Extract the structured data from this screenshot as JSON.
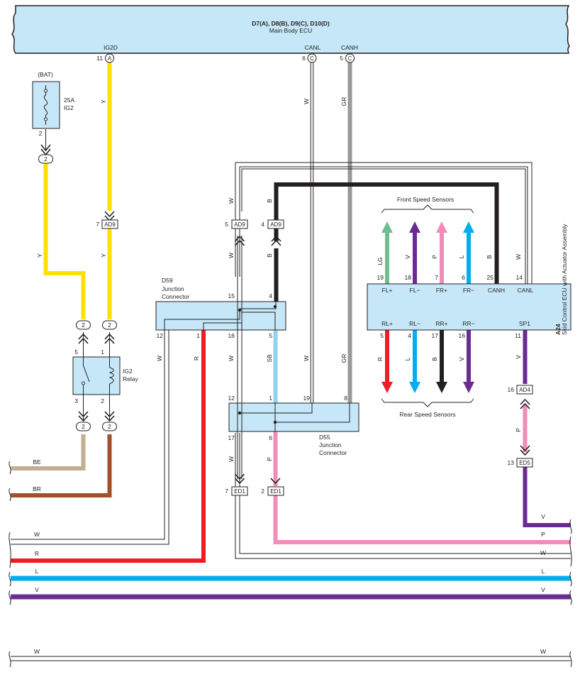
{
  "header": {
    "title": "D7(A), D8(B), D9(C), D10(D)",
    "subtitle": "Main Body ECU"
  },
  "ecu_pins": [
    {
      "num": "11",
      "name": "IG2D",
      "conn": "A"
    },
    {
      "num": "6",
      "name": "CANL",
      "conn": "C"
    },
    {
      "num": "5",
      "name": "CANH",
      "conn": "C"
    }
  ],
  "fuse": {
    "supply": "(BAT)",
    "rating": "25A",
    "name": "IG2",
    "pin": "2",
    "conn_pin": "2"
  },
  "relay": {
    "name": "IG2",
    "label": "Relay",
    "pins": [
      "5",
      "1",
      "3",
      "2"
    ],
    "conn_pins": [
      "2",
      "2",
      "2",
      "2"
    ]
  },
  "connectors": {
    "ad9_y": {
      "pin": "7",
      "name": "AD9"
    },
    "ad9_w": {
      "pin": "5",
      "name": "AD9"
    },
    "ad9_b": {
      "pin": "4",
      "name": "AD9"
    },
    "ad4": {
      "pin": "16",
      "name": "AD4"
    },
    "ed5": {
      "pin": "13",
      "name": "ED5"
    },
    "ed1_w": {
      "pin": "7",
      "name": "ED1"
    },
    "ed1_p": {
      "pin": "2",
      "name": "ED1"
    }
  },
  "d59": {
    "id": "D59",
    "name": "Junction",
    "label": "Connector",
    "pins_top": [
      "15",
      "4"
    ],
    "pins_bottom": [
      "12",
      "1",
      "16",
      "5"
    ]
  },
  "d55": {
    "id": "D55",
    "name": "Junction",
    "label": "Connector",
    "pins_top": [
      "12",
      "1",
      "19",
      "8"
    ],
    "pins_bottom": [
      "17",
      "6"
    ]
  },
  "a24": {
    "id": "A24",
    "name": "Skid Control ECU with Actuator Assembly",
    "front_label": "Front Speed Sensors",
    "rear_label": "Rear Speed Sensors",
    "top_pins": [
      {
        "num": "19",
        "name": "FL+",
        "color": "LG"
      },
      {
        "num": "18",
        "name": "FL−",
        "color": "V"
      },
      {
        "num": "7",
        "name": "FR+",
        "color": "P"
      },
      {
        "num": "6",
        "name": "FR−",
        "color": "L"
      },
      {
        "num": "25",
        "name": "CANH",
        "color": "B"
      },
      {
        "num": "14",
        "name": "CANL",
        "color": "W"
      }
    ],
    "bottom_pins": [
      {
        "num": "5",
        "name": "RL+",
        "color": "R"
      },
      {
        "num": "4",
        "name": "RL−",
        "color": "L"
      },
      {
        "num": "17",
        "name": "RR+",
        "color": "B"
      },
      {
        "num": "16",
        "name": "RR−",
        "color": "V"
      },
      {
        "num": "11",
        "name": "SP1",
        "color": "V"
      }
    ]
  },
  "wire_codes": {
    "y": "Y",
    "w": "W",
    "gr": "GR",
    "b": "B",
    "sb": "SB",
    "r": "R",
    "p": "P",
    "v": "V",
    "be": "BE",
    "br": "BR",
    "l": "L"
  },
  "colors": {
    "ecu_fill": "#c6e7f7",
    "Y": "#fee000",
    "W": "#ffffff",
    "GR": "#999999",
    "B": "#231f20",
    "SB": "#8fd3f0",
    "R": "#ee1c25",
    "P": "#f18bb8",
    "V": "#6a2c91",
    "BE": "#c4ae92",
    "BR": "#a0512b",
    "L": "#00adef",
    "LG": "#6cc08e"
  }
}
